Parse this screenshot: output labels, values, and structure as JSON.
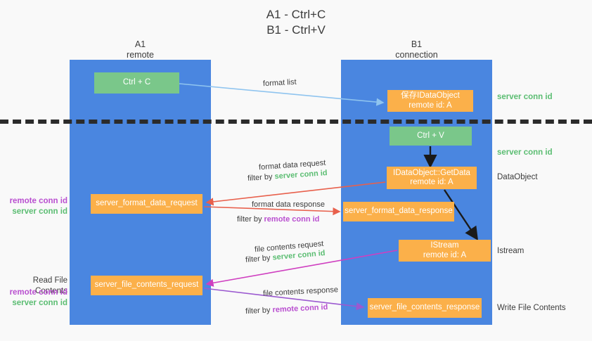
{
  "title": "A1 - Ctrl+C\nB1 - Ctrl+V",
  "lanes": [
    {
      "id": "a1",
      "label": "A1\nremote"
    },
    {
      "id": "b1",
      "label": "B1\nconnection"
    }
  ],
  "nodes": {
    "ctrl_c": "Ctrl + C",
    "save_idataobject": "保存IDataObject\nremote id: A",
    "ctrl_v": "Ctrl + V",
    "getdata": "IDataObject::GetData\nremote id: A",
    "format_data_request": "server_format_data_request",
    "format_data_response": "server_format_data_response",
    "istream": "IStream\nremote id: A",
    "file_contents_request": "server_file_contents_request",
    "file_contents_response": "server_file_contents_response"
  },
  "side_labels": {
    "server_conn_id_1": "server conn id",
    "server_conn_id_2": "server conn id",
    "dataobject": "DataObject",
    "istream": "Istream",
    "write_file_contents": "Write File Contents",
    "read_file_contents": "Read File Contents",
    "remote_conn_id": "remote conn id",
    "server_conn_id": "server conn id"
  },
  "edges": {
    "format_list": "format list",
    "format_data_request": "format data request",
    "filter_by": "filter by",
    "server_conn_id": "server conn id",
    "remote_conn_id": "remote conn id",
    "format_data_response": "format data response",
    "file_contents_request": "file contents request",
    "file_contents_response": "file contents response"
  },
  "colors": {
    "lane_blue": "#4a86e0",
    "node_green": "#7ac78a",
    "node_orange": "#fbb04a",
    "accent_green_text": "#5bbd72",
    "accent_purple_text": "#b94fd0",
    "arrow_lightblue": "#8fc4ef",
    "arrow_red": "#e8604c",
    "arrow_magenta": "#cf3fc0",
    "arrow_purple": "#9b59d0",
    "arrow_black": "#1a1a1a",
    "separator": "#2b2b2b",
    "background": "#f9f9f9"
  }
}
